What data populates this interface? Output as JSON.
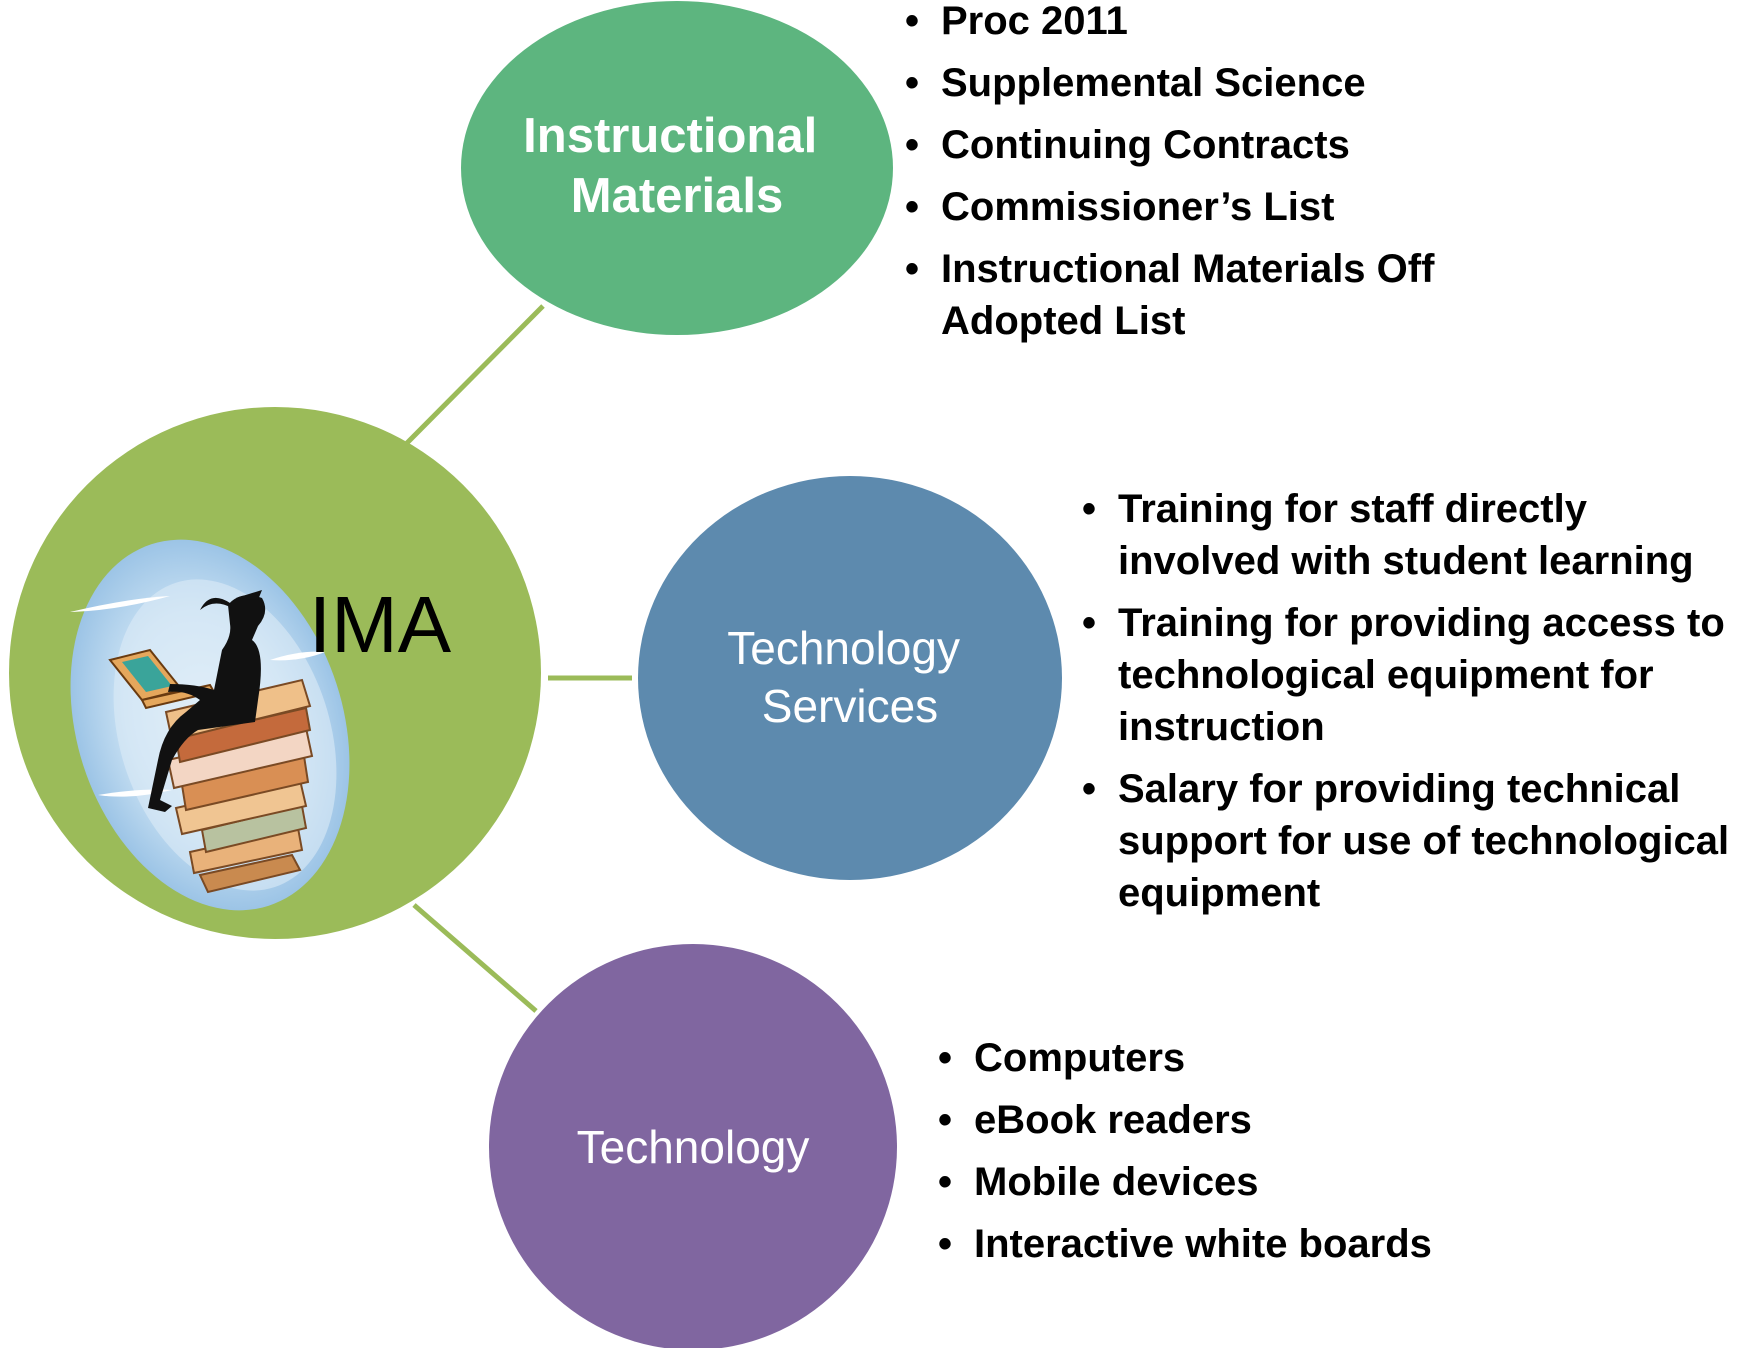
{
  "center": {
    "label": "IMA",
    "color": "#9BBB59",
    "illustration": "person-reading-on-book-stack"
  },
  "connector_color": "#9BBB59",
  "nodes": [
    {
      "id": "instructional-materials",
      "label_lines": [
        "Instructional",
        "Materials"
      ],
      "color": "#5DB57F",
      "bold": true,
      "items": [
        "Proc 2011",
        "Supplemental Science",
        "Continuing Contracts",
        "Commissioner’s List",
        "Instructional Materials Off Adopted List"
      ]
    },
    {
      "id": "technology-services",
      "label_lines": [
        "Technology",
        "Services"
      ],
      "color": "#5D8AAE",
      "bold": false,
      "items": [
        "Training for staff directly involved with student learning",
        "Training for providing access to technological equipment for instruction",
        "Salary for providing technical support for use of technological equipment"
      ]
    },
    {
      "id": "technology",
      "label_lines": [
        "Technology"
      ],
      "color": "#8066A0",
      "bold": false,
      "items": [
        "Computers",
        "eBook readers",
        "Mobile devices",
        "Interactive white boards"
      ]
    }
  ]
}
